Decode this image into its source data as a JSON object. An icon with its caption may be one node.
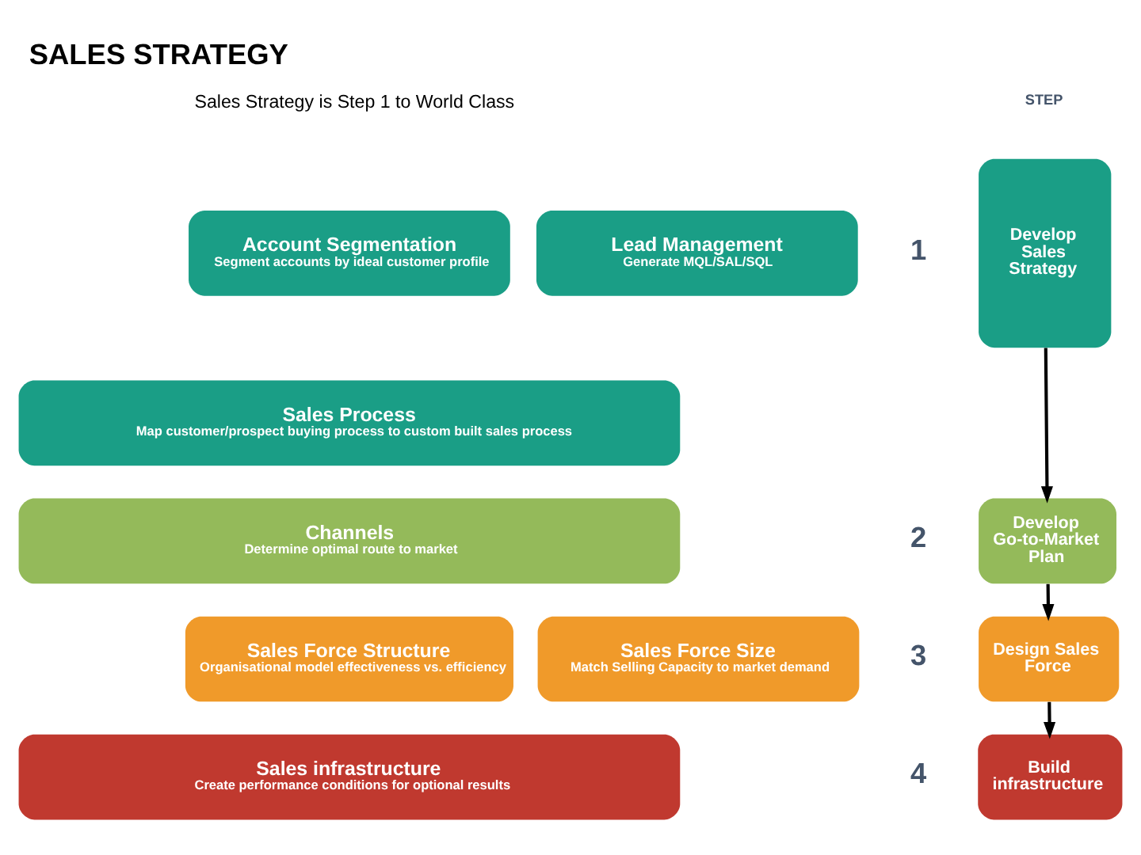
{
  "diagram": {
    "title": "SALES STRATEGY",
    "nodes": [
      {
        "text": [
          "Account Segmentation",
          "Segment accounts by ideal customer profile"
        ]
      },
      {
        "text": [
          "Lead Management",
          "Generate MQL/SAL/SQL"
        ]
      },
      {
        "text": [
          "Sales Process",
          "Map customer/prospect buying process to custom built sales process"
        ]
      },
      {
        "text": [
          "Channels",
          "Determine optimal route to market"
        ]
      },
      {
        "text": [
          "Sales Force Structure",
          "Organisational model effectiveness vs. efficiency"
        ]
      },
      {
        "text": [
          "Sales Force Size",
          "Match Selling Capacity to market demand"
        ]
      },
      {
        "text": [
          "Sales infrastructure",
          "Create performance conditions for optional results"
        ]
      },
      {
        "text": [
          "Develop Sales Strategy"
        ],
        "beside": [
          "1"
        ]
      },
      {
        "text": [
          "Develop Go-to-Market Plan"
        ],
        "beside": [
          "2"
        ]
      },
      {
        "text": [
          "Design Sales Force"
        ],
        "beside": [
          "3"
        ]
      },
      {
        "text": [
          "Build infrastructure"
        ],
        "beside": [
          "4"
        ]
      }
    ],
    "edges": [
      {
        "from": 7,
        "to": 8,
        "arrow": "to"
      },
      {
        "from": 8,
        "to": 9,
        "arrow": "to"
      },
      {
        "from": 9,
        "to": 10,
        "arrow": "to"
      }
    ],
    "labels": [
      "Sales Strategy is Step 1 to World Class",
      "STEP"
    ]
  }
}
